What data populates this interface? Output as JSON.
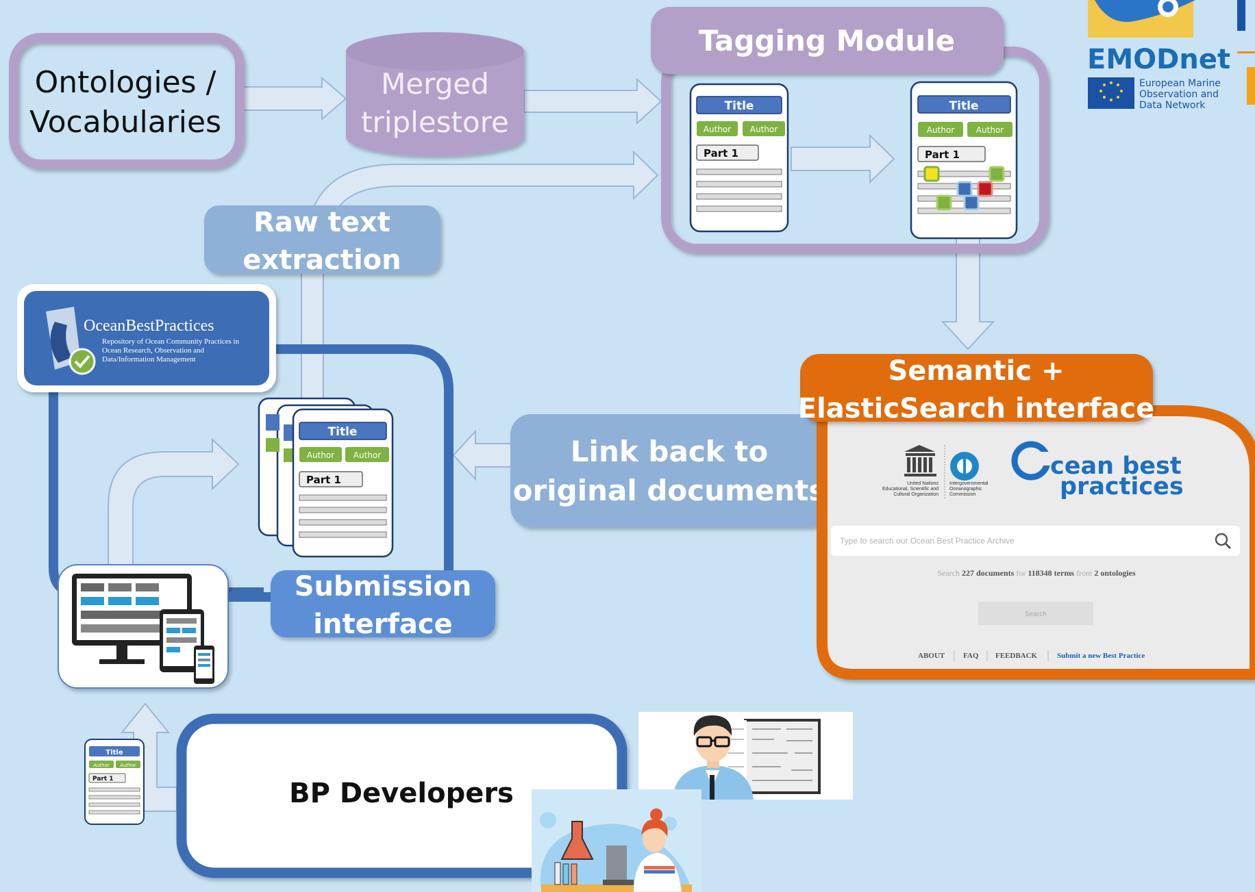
{
  "nodes": {
    "ontologies": {
      "line1": "Ontologies /",
      "line2": "Vocabularies"
    },
    "triplestore": {
      "line1": "Merged",
      "line2": "triplestore"
    },
    "tagging": {
      "title": "Tagging Module"
    },
    "raw_text": {
      "line1": "Raw text",
      "line2": "extraction"
    },
    "semantic": {
      "line1": "Semantic +",
      "line2": "ElasticSearch interface"
    },
    "link_back": {
      "line1": "Link back to",
      "line2": "original documents"
    },
    "submission": {
      "line1": "Submission",
      "line2": "interface"
    },
    "bp_devs": {
      "label": "BP Developers"
    }
  },
  "doc_icon": {
    "title": "Title",
    "author": "Author",
    "part": "Part 1"
  },
  "obp_logo": {
    "name": "OceanBestPractices",
    "desc1": "Repository of Ocean Community Practices in",
    "desc2": "Ocean Research, Observation and",
    "desc3": "Data/Information Management"
  },
  "emodnet": {
    "name": "EMODnet",
    "sub1": "European Marine",
    "sub2": "Observation and",
    "sub3": "Data Network"
  },
  "search_panel": {
    "unesco1": "United Nations",
    "unesco2": "Educational, Scientific and",
    "unesco3": "Cultural Organization",
    "ioc1": "Intergovernmental",
    "ioc2": "Oceanographic",
    "ioc3": "Commission",
    "brand1": "cean best",
    "brand2": "practices",
    "placeholder": "Type to search our Ocean Best Practice Archive",
    "stat_pre": "Search",
    "stat_docs": "227 documents",
    "stat_for": "for",
    "stat_terms": "118348 terms",
    "stat_from": "from",
    "stat_onto": "2 ontologies",
    "search_btn": "Search",
    "links": [
      "ABOUT",
      "FAQ",
      "FEEDBACK",
      "Submit a new Best Practice"
    ]
  },
  "colors": {
    "background": "#c9e3f5",
    "purple": "#b3a0c9",
    "blue_dark": "#3d6db5",
    "blue_light": "#8fb1d8",
    "orange": "#e06c10",
    "arrow_fill": "#dce8f4",
    "arrow_stroke": "#9bb7d6"
  }
}
